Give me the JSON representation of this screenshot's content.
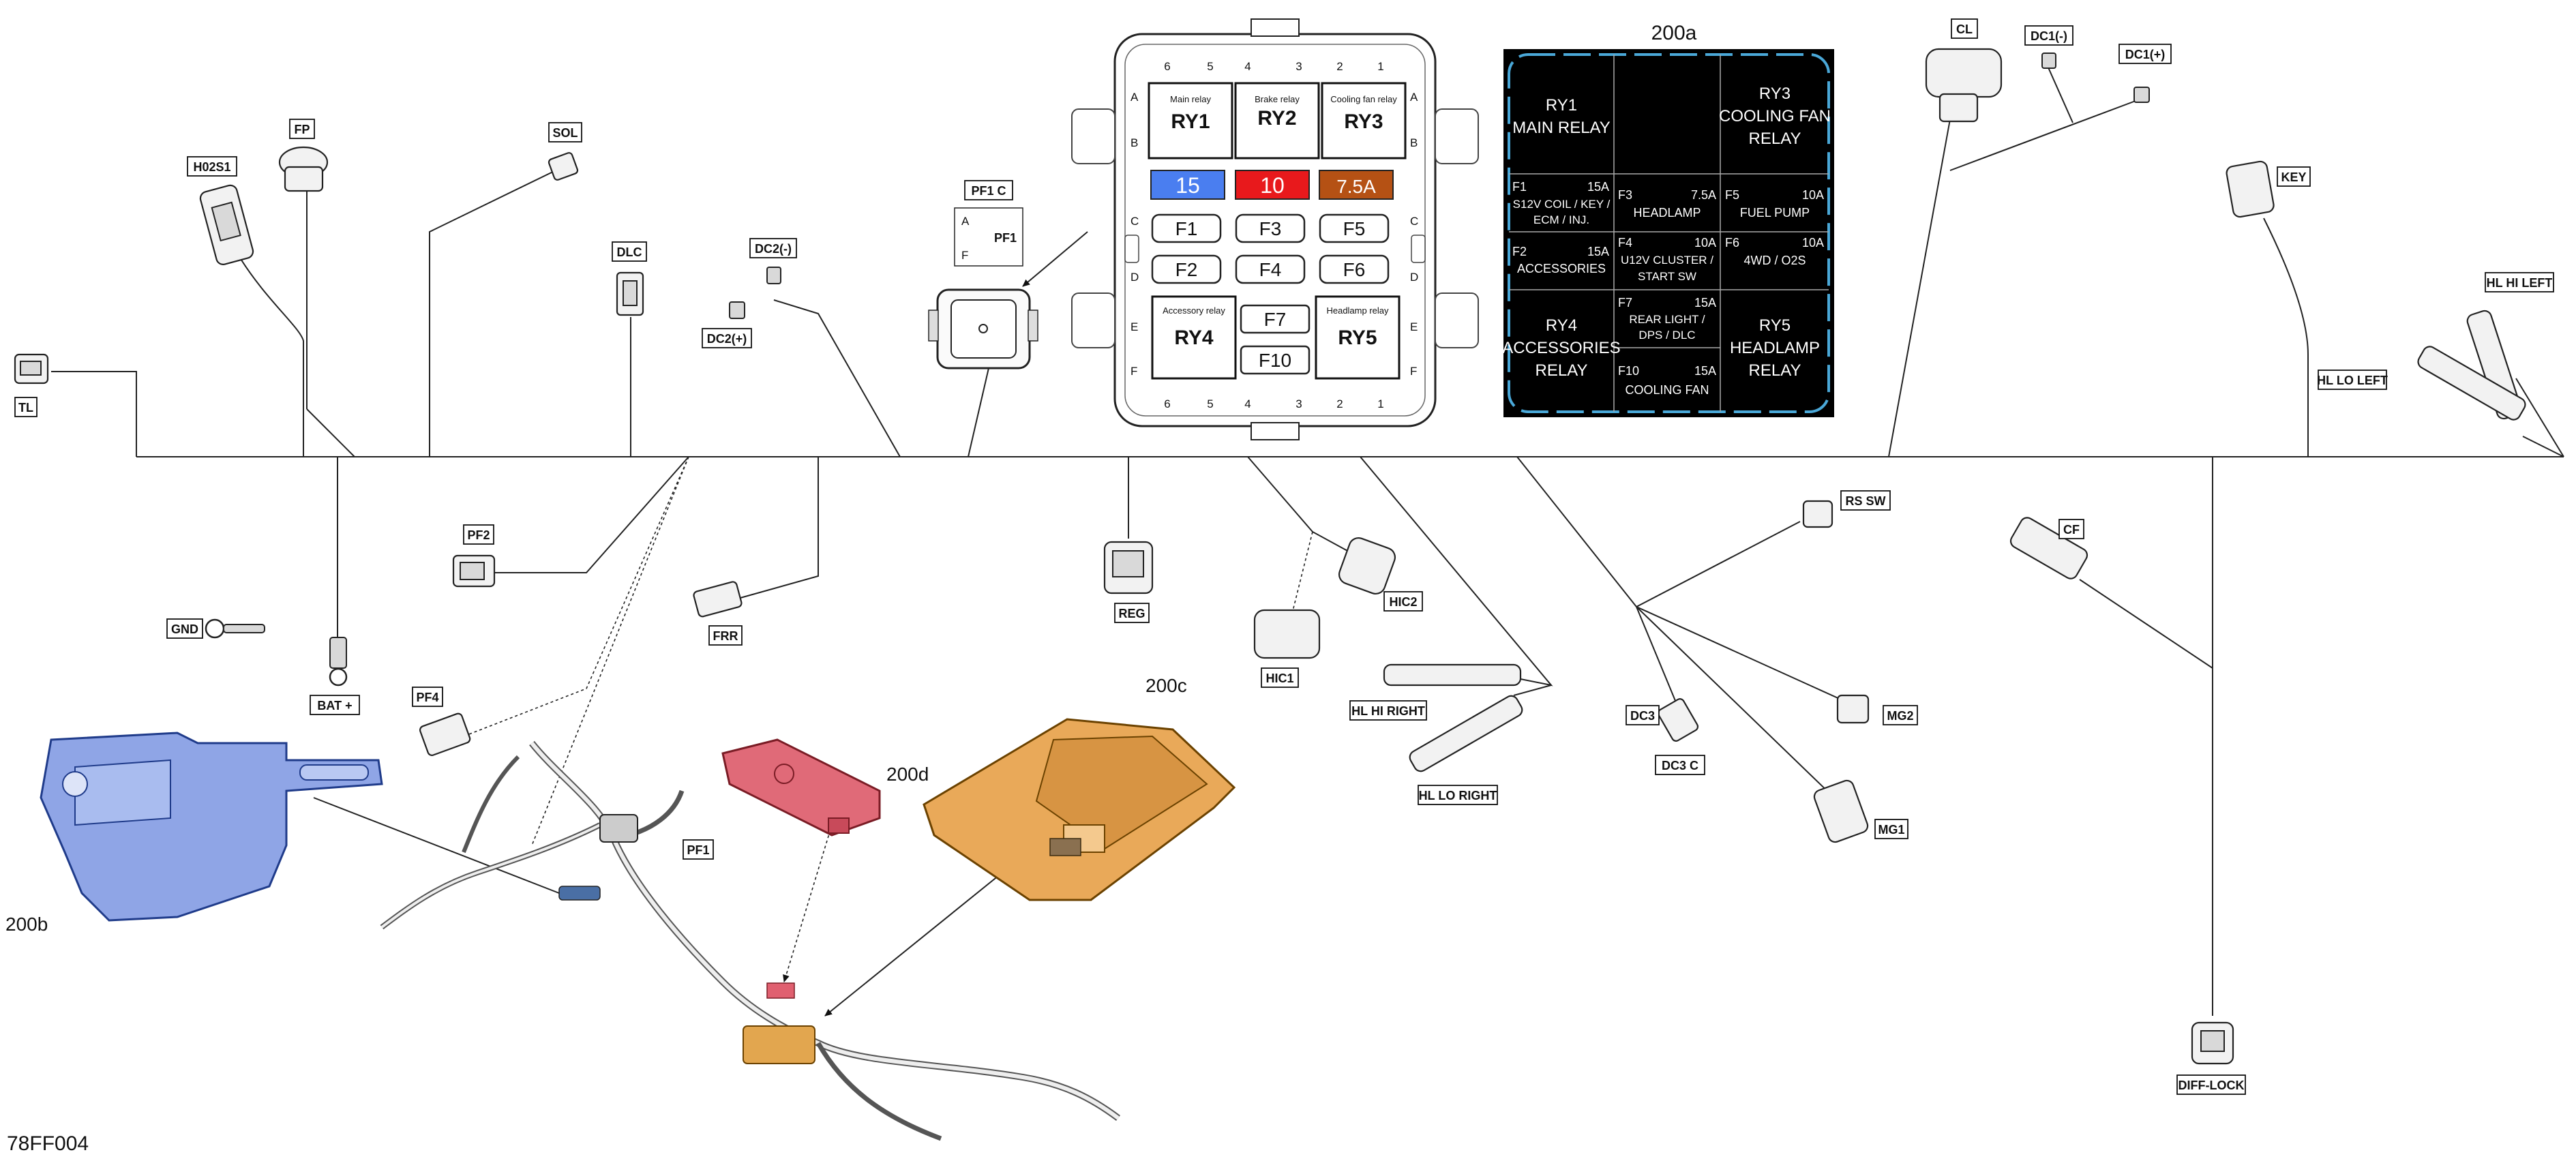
{
  "figure_code": "78FF004",
  "callouts": {
    "a200": "200a",
    "b200": "200b",
    "c200": "200c",
    "d200": "200d"
  },
  "connectors": {
    "tl": "TL",
    "h02s1": "H02S1",
    "fp": "FP",
    "sol": "SOL",
    "dlc": "DLC",
    "dc2m": "DC2(-)",
    "dc2p": "DC2(+)",
    "pf1c": "PF1 C",
    "cl": "CL",
    "dc1m": "DC1(-)",
    "dc1p": "DC1(+)",
    "key": "KEY",
    "hlhileft": "HL HI LEFT",
    "hlloleft": "HL LO LEFT",
    "pf2": "PF2",
    "gnd": "GND",
    "batp": "BAT +",
    "frr": "FRR",
    "pf4": "PF4",
    "reg": "REG",
    "hic2": "HIC2",
    "hic1": "HIC1",
    "hlhiright": "HL HI RIGHT",
    "hlloright": "HL LO RIGHT",
    "rssw": "RS SW",
    "cf": "CF",
    "dc3": "DC3",
    "dc3c": "DC3 C",
    "mg2": "MG2",
    "mg1": "MG1",
    "pf1": "PF1",
    "difflock": "DIFF-LOCK"
  },
  "pf1_detail": {
    "pin_a": "A",
    "pin_f": "F",
    "name": "PF1"
  },
  "fuse_box": {
    "col_top": [
      "6",
      "5",
      "4",
      "3",
      "2",
      "1"
    ],
    "col_bottom": [
      "6",
      "5",
      "4",
      "3",
      "2",
      "1"
    ],
    "rows_left": [
      "A",
      "B",
      "C",
      "D",
      "E",
      "F"
    ],
    "rows_right": [
      "A",
      "B",
      "C",
      "D",
      "E",
      "F"
    ],
    "ry1_caption": "Main relay",
    "ry1": "RY1",
    "ry2_caption": "Brake relay",
    "ry2": "RY2",
    "ry3_caption": "Cooling fan relay",
    "ry3": "RY3",
    "fuse_blue": "15",
    "fuse_red": "10",
    "fuse_brown": "7.5A",
    "f1": "F1",
    "f3": "F3",
    "f5": "F5",
    "f2": "F2",
    "f4": "F4",
    "f6": "F6",
    "ry4_caption": "Accessory relay",
    "ry4": "RY4",
    "f7": "F7",
    "f10": "F10",
    "ry5_caption": "Headlamp relay",
    "ry5": "RY5"
  },
  "legend": {
    "ry1_l1": "RY1",
    "ry1_l2": "MAIN RELAY",
    "ry3_l1": "RY3",
    "ry3_l2": "COOLING FAN",
    "ry3_l3": "RELAY",
    "f1_id": "F1",
    "f1_amp": "15A",
    "f1_d1": "S12V COIL / KEY /",
    "f1_d2": "ECM / INJ.",
    "f3_id": "F3",
    "f3_amp": "7.5A",
    "f3_d1": "HEADLAMP",
    "f5_id": "F5",
    "f5_amp": "10A",
    "f5_d1": "FUEL PUMP",
    "f2_id": "F2",
    "f2_amp": "15A",
    "f2_d1": "ACCESSORIES",
    "f4_id": "F4",
    "f4_amp": "10A",
    "f4_d1": "U12V CLUSTER /",
    "f4_d2": "START SW",
    "f6_id": "F6",
    "f6_amp": "10A",
    "f6_d1": "4WD / O2S",
    "ry4_l1": "RY4",
    "ry4_l2": "ACCESSORIES",
    "ry4_l3": "RELAY",
    "f7_id": "F7",
    "f7_amp": "15A",
    "f7_d1": "REAR LIGHT /",
    "f7_d2": "DPS / DLC",
    "ry5_l1": "RY5",
    "ry5_l2": "HEADLAMP",
    "ry5_l3": "RELAY",
    "f10_id": "F10",
    "f10_amp": "15A",
    "f10_d1": "COOLING FAN"
  }
}
